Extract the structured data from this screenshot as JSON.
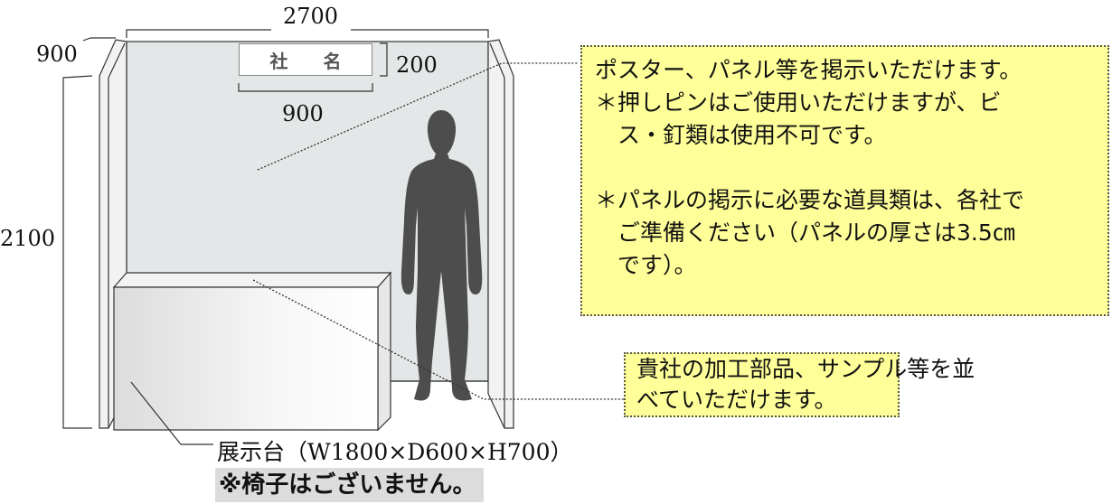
{
  "dimensions": {
    "width_top": "2700",
    "depth_side": "900",
    "sign_width": "900",
    "sign_height": "200",
    "height": "2100"
  },
  "sign_label": "社 名",
  "note_poster": {
    "lines": [
      "ポスター、パネル等を掲示いただけます。",
      "＊押しピンはご使用いただけますが、ビ",
      "　ス・釘類は使用不可です。",
      "",
      "＊パネルの掲示に必要な道具類は、各社で",
      "　ご準備ください（パネルの厚さは3.5㎝",
      "　です）。"
    ]
  },
  "note_parts": {
    "lines": [
      "貴社の加工部品、サンプル等を並",
      "べていただけます。"
    ]
  },
  "display_stand_label": "展示台（W1800×D600×H700）",
  "warning_text": "※椅子はございません。",
  "colors": {
    "note_bg": "#ffff99",
    "wall_fill": "#e4e7e7",
    "silhouette": "#4d4d4d",
    "warning_bg": "#dcdcdc"
  }
}
